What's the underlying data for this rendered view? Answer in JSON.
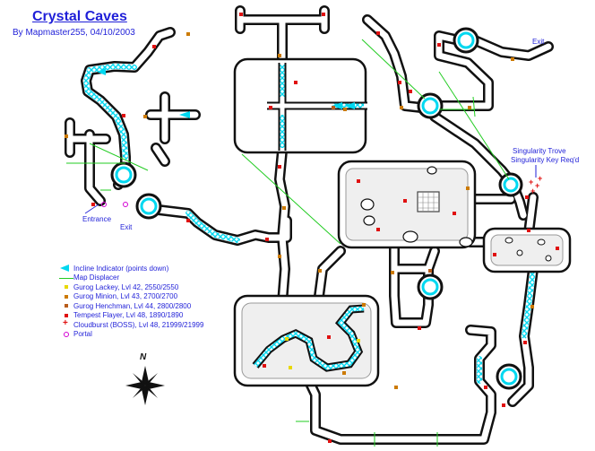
{
  "map": {
    "title": "Crystal Caves",
    "byline": "By Mapmaster255, 04/10/2003",
    "labels": {
      "entrance": "Entrance",
      "exit_left": "Exit",
      "exit_top_right": "Exit",
      "singularity_trove": "Singularity Trove",
      "singularity_key": "Singularity Key Req'd"
    },
    "compass_letter": "N"
  },
  "legend": {
    "items": [
      {
        "label": "Incline Indicator (points down)",
        "symbol": "incline-icon",
        "color": "#00d8f0"
      },
      {
        "label": "Map Displacer",
        "symbol": "displacer-line-icon",
        "color": "#22cc22"
      },
      {
        "label": "Gurog Lackey, Lvl 42, 2550/2550",
        "symbol": "square-marker-icon",
        "color": "#e8d800"
      },
      {
        "label": "Gurog Minion, Lvl 43, 2700/2700",
        "symbol": "square-marker-icon",
        "color": "#cc7a00"
      },
      {
        "label": "Gurog Henchman, Lvl 44, 2800/2800",
        "symbol": "square-marker-icon",
        "color": "#b85c1a"
      },
      {
        "label": "Tempest Flayer, Lvl 48, 1890/1890",
        "symbol": "square-marker-icon",
        "color": "#e01010"
      },
      {
        "label": "Cloudburst (BOSS), Lvl 48, 21999/21999",
        "symbol": "plus-marker-icon",
        "color": "#e01010"
      },
      {
        "label": "Portal",
        "symbol": "ring-marker-icon",
        "color": "#d400d4"
      }
    ]
  },
  "colors": {
    "wall": "#111111",
    "floor": "#ffffff",
    "room_floor": "#efefef",
    "incline": "#00d8f0",
    "displacer": "#22cc22",
    "text": "#1f1fd8"
  }
}
